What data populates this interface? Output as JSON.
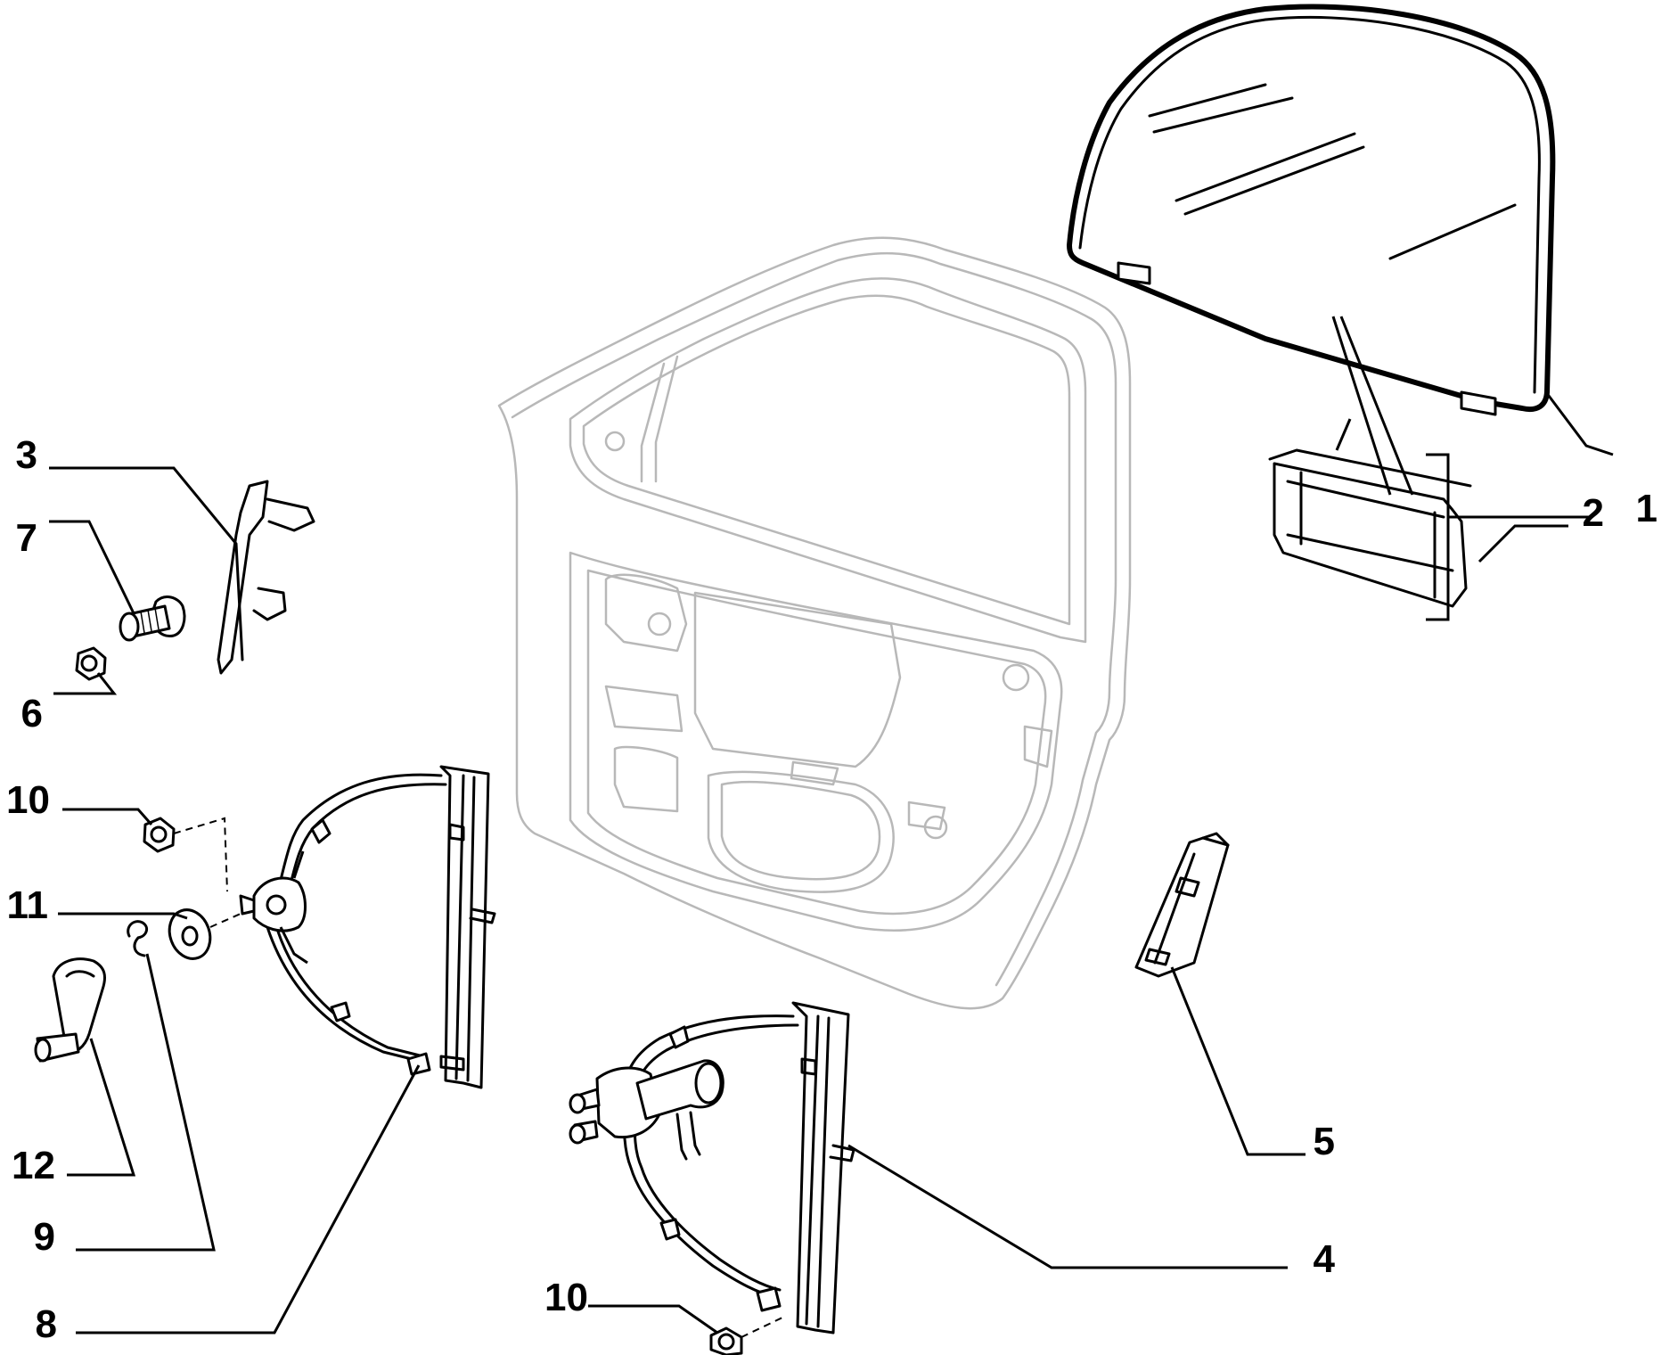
{
  "callouts": [
    {
      "id": "1",
      "part": "window-glass-assembly"
    },
    {
      "id": "2",
      "part": "glass-channel"
    },
    {
      "id": "3",
      "part": "guide-bracket"
    },
    {
      "id": "4",
      "part": "electric-window-regulator"
    },
    {
      "id": "5",
      "part": "rear-guide"
    },
    {
      "id": "6",
      "part": "nut"
    },
    {
      "id": "7",
      "part": "bolt"
    },
    {
      "id": "8",
      "part": "manual-window-regulator"
    },
    {
      "id": "9",
      "part": "spring-clip"
    },
    {
      "id": "10",
      "part": "nut"
    },
    {
      "id": "11",
      "part": "washer"
    },
    {
      "id": "12",
      "part": "window-crank-handle"
    },
    {
      "id": "10",
      "part": "nut"
    }
  ]
}
